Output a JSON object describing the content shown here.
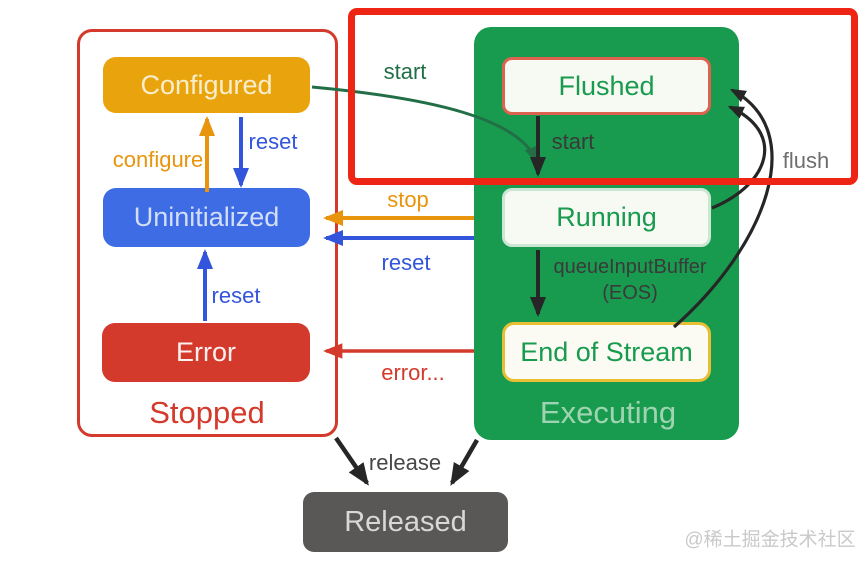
{
  "colors": {
    "yellow": "#E9A30D",
    "orange": "#E8940C",
    "blue": "#3E6CE4",
    "blue_arrow": "#3355DB",
    "red": "#D43A2B",
    "highlight_red": "#EE2414",
    "green": "#189B4E",
    "dark_green": "#226F47",
    "released_gray": "#5A5757"
  },
  "stopped_group": {
    "label": "Stopped",
    "states": {
      "configured": "Configured",
      "uninitialized": "Uninitialized",
      "error": "Error"
    }
  },
  "executing_group": {
    "label": "Executing",
    "states": {
      "flushed": "Flushed",
      "running": "Running",
      "end_of_stream": "End of Stream"
    }
  },
  "released": {
    "label": "Released"
  },
  "transitions": {
    "start_configured": "start",
    "start_flushed": "start",
    "configure": "configure",
    "reset_configured": "reset",
    "reset_executing": "reset",
    "reset_error": "reset",
    "stop": "stop",
    "error": "error...",
    "queue_input_buffer": "queueInputBuffer",
    "queue_input_buffer_eos": "(EOS)",
    "flush": "flush",
    "release": "release"
  },
  "watermark": "@稀土掘金技术社区"
}
